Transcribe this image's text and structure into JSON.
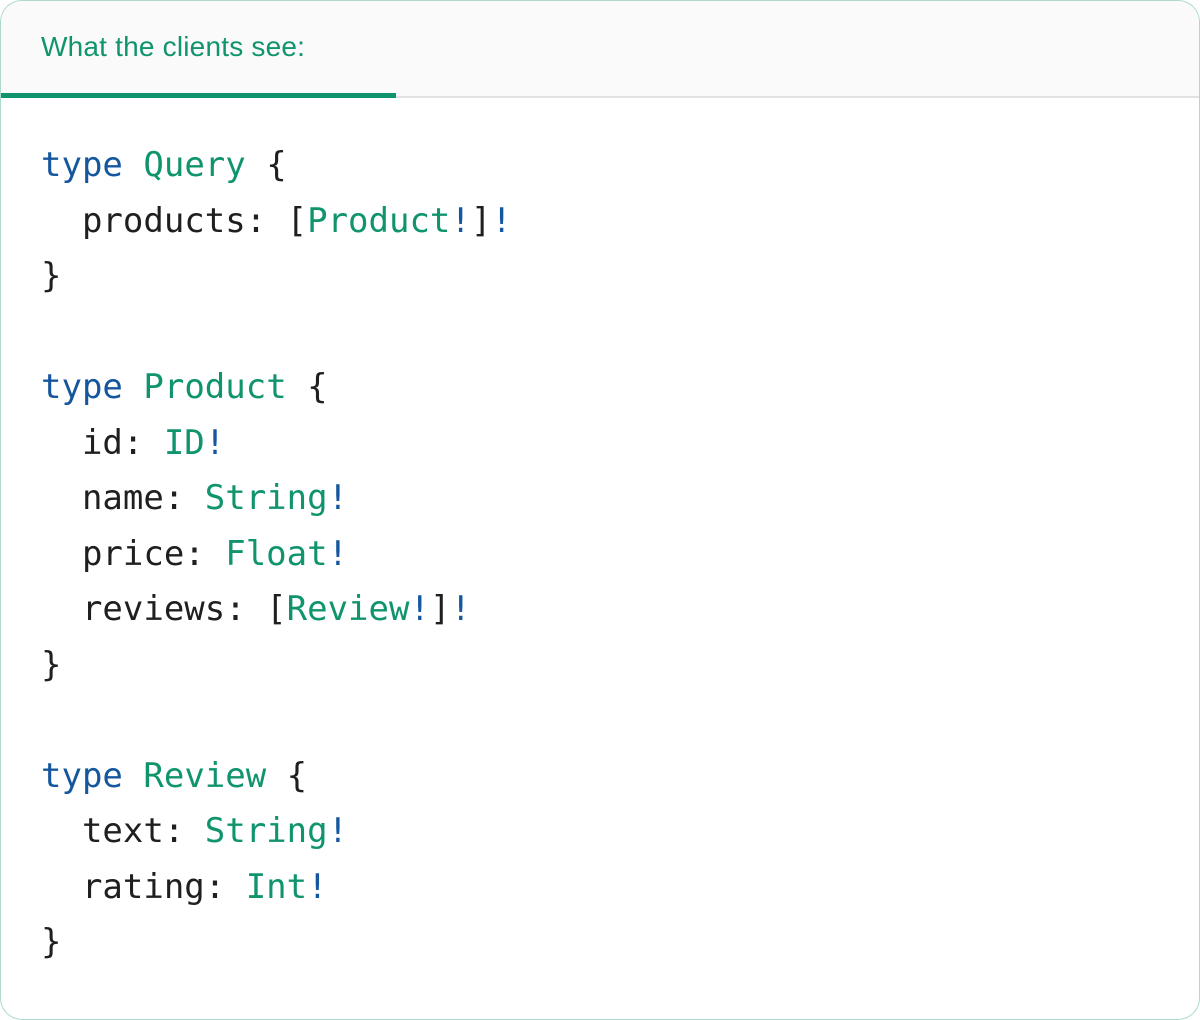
{
  "colors": {
    "green": "#10946e",
    "blue": "#15579e",
    "ink": "#1f1f1f",
    "divider": "#e2e2e2",
    "header_bg": "#fafafa",
    "card_bg": "#ffffff"
  },
  "tab_bar": {
    "tabs": [
      {
        "label": "What the clients see:",
        "active": true
      }
    ]
  },
  "code": {
    "lines": [
      [
        {
          "text": "type",
          "type": "keyword"
        },
        {
          "text": " ",
          "type": "plain"
        },
        {
          "text": "Query",
          "type": "typename"
        },
        {
          "text": " {",
          "type": "plain"
        }
      ],
      [
        {
          "text": "  products: [",
          "type": "plain"
        },
        {
          "text": "Product",
          "type": "typename"
        },
        {
          "text": "!",
          "type": "bang"
        },
        {
          "text": "]",
          "type": "plain"
        },
        {
          "text": "!",
          "type": "bang"
        }
      ],
      [
        {
          "text": "}",
          "type": "plain"
        }
      ],
      [],
      [
        {
          "text": "type",
          "type": "keyword"
        },
        {
          "text": " ",
          "type": "plain"
        },
        {
          "text": "Product",
          "type": "typename"
        },
        {
          "text": " {",
          "type": "plain"
        }
      ],
      [
        {
          "text": "  id: ",
          "type": "plain"
        },
        {
          "text": "ID",
          "type": "typename"
        },
        {
          "text": "!",
          "type": "bang"
        }
      ],
      [
        {
          "text": "  name: ",
          "type": "plain"
        },
        {
          "text": "String",
          "type": "typename"
        },
        {
          "text": "!",
          "type": "bang"
        }
      ],
      [
        {
          "text": "  price: ",
          "type": "plain"
        },
        {
          "text": "Float",
          "type": "typename"
        },
        {
          "text": "!",
          "type": "bang"
        }
      ],
      [
        {
          "text": "  reviews: [",
          "type": "plain"
        },
        {
          "text": "Review",
          "type": "typename"
        },
        {
          "text": "!",
          "type": "bang"
        },
        {
          "text": "]",
          "type": "plain"
        },
        {
          "text": "!",
          "type": "bang"
        }
      ],
      [
        {
          "text": "}",
          "type": "plain"
        }
      ],
      [],
      [
        {
          "text": "type",
          "type": "keyword"
        },
        {
          "text": " ",
          "type": "plain"
        },
        {
          "text": "Review",
          "type": "typename"
        },
        {
          "text": " {",
          "type": "plain"
        }
      ],
      [
        {
          "text": "  text: ",
          "type": "plain"
        },
        {
          "text": "String",
          "type": "typename"
        },
        {
          "text": "!",
          "type": "bang"
        }
      ],
      [
        {
          "text": "  rating: ",
          "type": "plain"
        },
        {
          "text": "Int",
          "type": "typename"
        },
        {
          "text": "!",
          "type": "bang"
        }
      ],
      [
        {
          "text": "}",
          "type": "plain"
        }
      ]
    ]
  }
}
